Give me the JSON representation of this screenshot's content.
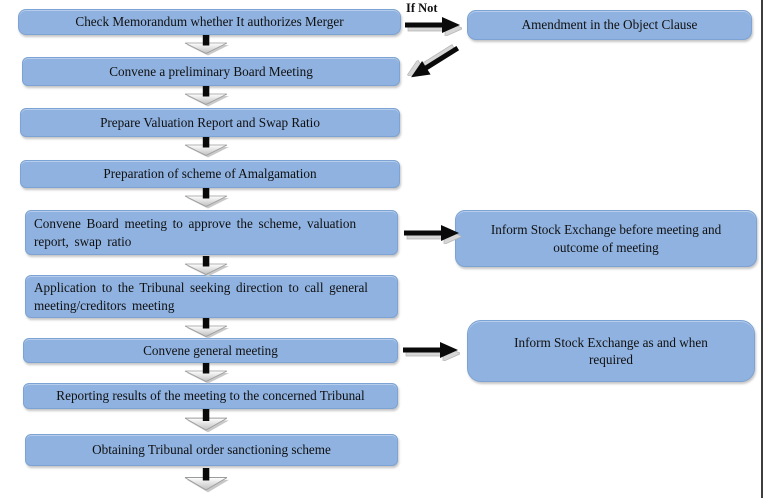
{
  "diagram": {
    "if_not_label": "If Not",
    "main_steps": [
      "Check Memorandum whether It authorizes Merger",
      "Convene a preliminary Board Meeting",
      "Prepare Valuation Report and Swap Ratio",
      "Preparation of scheme of Amalgamation",
      "Convene Board meeting to approve the scheme, valuation\nreport, swap ratio",
      "Application to the Tribunal seeking direction to call general\nmeeting/creditors meeting",
      "Convene general meeting",
      "Reporting results of the meeting to the concerned Tribunal",
      "Obtaining Tribunal order sanctioning scheme"
    ],
    "side_boxes": [
      "Amendment in the Object Clause",
      "Inform Stock Exchange before meeting and\noutcome of meeting",
      "Inform Stock Exchange as and when\nrequired"
    ],
    "colors": {
      "box_fill": "#8FB2E0",
      "box_border": "#7CA3D4",
      "arrow_black": "#0a0a0a",
      "arrow_shadow": "#cccccc",
      "page_border": "#3d3d3d"
    }
  }
}
